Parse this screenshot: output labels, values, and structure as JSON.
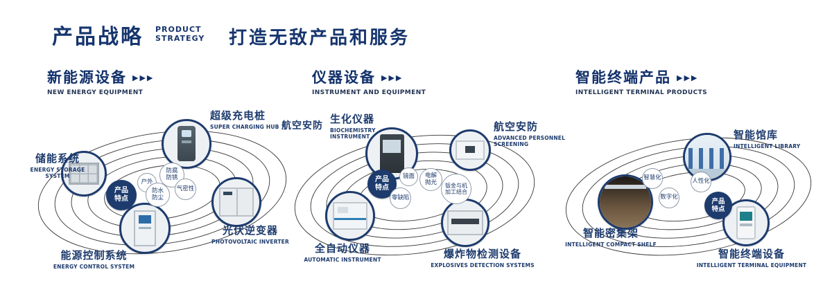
{
  "colors": {
    "brand_navy": "#1d3b6d",
    "orbit_line": "#333333",
    "background": "#ffffff"
  },
  "header": {
    "title": "产品战略",
    "subtitle_line1": "PRODUCT",
    "subtitle_line2": "STRATEGY",
    "slogan": "打造无敌产品和服务"
  },
  "sections": [
    {
      "title": "新能源设备",
      "arrows": "▶▶▶",
      "subtitle": "NEW ENERGY EQUIPMENT",
      "badge": "产品特点",
      "features": [
        "户外",
        "防腐防锈",
        "气密性",
        "防水防尘"
      ],
      "products": [
        {
          "name": "储能系统",
          "en": "ENERGY STORAGE SYSTEM"
        },
        {
          "name": "超级充电桩",
          "en": "SUPER CHARGING HUB"
        },
        {
          "name": "光伏逆变器",
          "en": "PHOTOVOLTAIC INVERTER"
        },
        {
          "name": "能源控制系统",
          "en": "ENERGY CONTROL SYSTEM"
        }
      ]
    },
    {
      "title": "仪器设备",
      "arrows": "▶▶▶",
      "subtitle": "INSTRUMENT AND EQUIPMENT",
      "badge": "产品特点",
      "extra_label": "航空安防",
      "features": [
        "镜面",
        "电解抛光",
        "零缺陷",
        "钣金与机加工结合"
      ],
      "products": [
        {
          "name": "生化仪器",
          "en": "BIOCHEMISTRY INSTRUMENT"
        },
        {
          "name": "航空安防",
          "en": "ADVANCED PERSONNEL SCREENING"
        },
        {
          "name": "全自动仪器",
          "en": "AUTOMATIC INSTRUMENT"
        },
        {
          "name": "爆炸物检测设备",
          "en": "EXPLOSIVES DETECTION SYSTEMS"
        }
      ]
    },
    {
      "title": "智能终端产品",
      "arrows": "▶▶▶",
      "subtitle": "INTELLIGENT TERMINAL PRODUCTS",
      "badge": "产品特点",
      "features": [
        "智慧化",
        "人性化",
        "数字化"
      ],
      "products": [
        {
          "name": "智能馆库",
          "en": "INTELLIGENT LIBRARY"
        },
        {
          "name": "智能密集架",
          "en": "INTELLIGENT COMPACT SHELF"
        },
        {
          "name": "智能终端设备",
          "en": "INTELLIGENT TERMINAL EQUIPMENT"
        }
      ]
    }
  ]
}
